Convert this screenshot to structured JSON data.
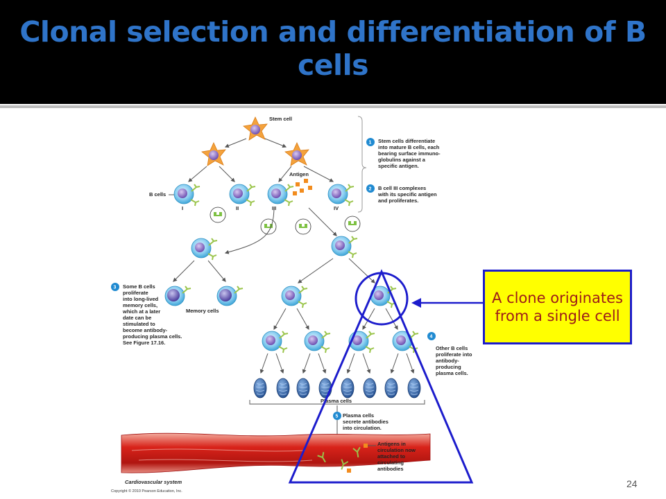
{
  "slide": {
    "title": "Clonal selection and differentiation of B cells",
    "page_number": "24"
  },
  "callout": {
    "text": "A clone originates from a single cell"
  },
  "figure": {
    "stem_cell_label": "Stem cell",
    "antigen_label": "Antigen",
    "b_cells_label": "B cells",
    "roman": [
      "I",
      "II",
      "III",
      "IV"
    ],
    "memory_cells_label": "Memory cells",
    "plasma_cells_label": "Plasma cells",
    "cardiovascular_label": "Cardiovascular system",
    "copyright": "Copyright © 2010 Pearson Education, Inc.",
    "steps": [
      {
        "num": "1",
        "lines": [
          "Stem cells differentiate",
          "into mature B cells, each",
          "bearing surface immuno-",
          "globulins against a",
          "specific antigen."
        ]
      },
      {
        "num": "2",
        "lines": [
          "B cell III complexes",
          "with its specific antigen",
          "and proliferates."
        ]
      },
      {
        "num": "3",
        "lines": [
          "Some B cells",
          "proliferate",
          "into long-lived",
          "memory cells,",
          "which at a later",
          "date can be",
          "stimulated to",
          "become antibody-",
          "producing plasma cells.",
          "See Figure 17.16."
        ]
      },
      {
        "num": "4",
        "lines": [
          "Other B cells",
          "proliferate into",
          "antibody-",
          "producing",
          "plasma cells."
        ]
      },
      {
        "num": "5",
        "lines": [
          "Plasma cells",
          "secrete antibodies",
          "into circulation."
        ]
      }
    ],
    "antigens_note": [
      "Antigens in",
      "circulation now",
      "attached to",
      "circulating",
      "antibodies"
    ]
  },
  "colors": {
    "title": "#2f74c9",
    "callout_fill": "#ffff00",
    "callout_border": "#1c1ccc",
    "callout_text": "#9c1a1a",
    "highlight_stroke": "#1c1ccc"
  }
}
